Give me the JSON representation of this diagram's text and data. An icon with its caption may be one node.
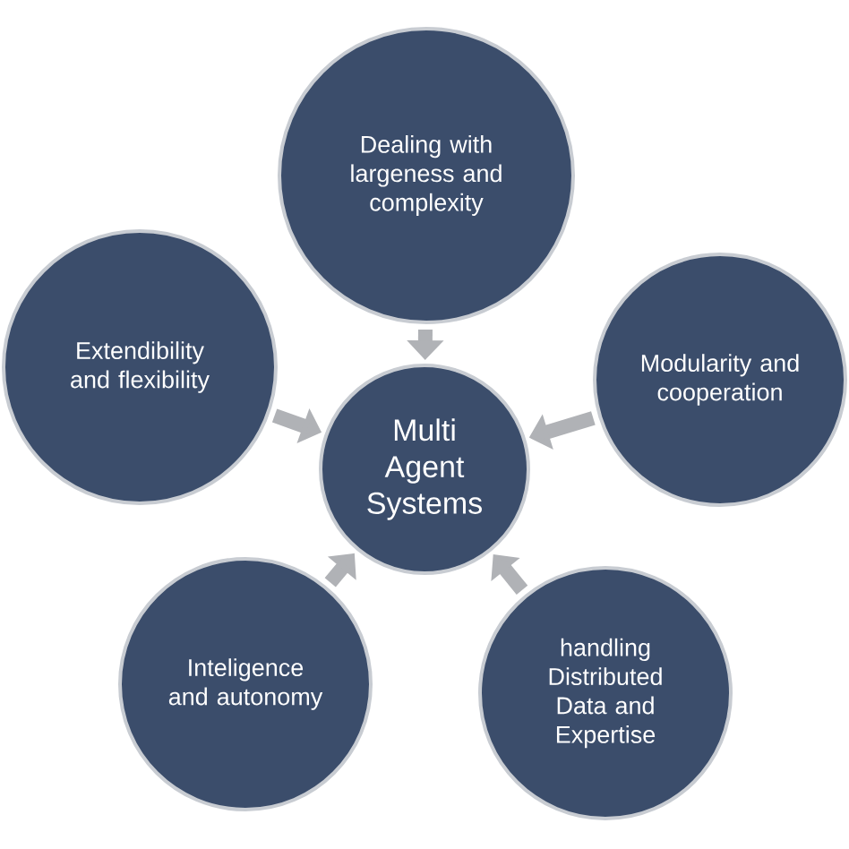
{
  "diagram": {
    "nodes": [
      {
        "text": [
          "Dealing with largeness and complexity"
        ]
      },
      {
        "text": [
          "Extendibility and flexibility"
        ]
      },
      {
        "text": [
          "Multi Agent Systems"
        ]
      },
      {
        "text": [
          "Modularity and cooperation"
        ]
      },
      {
        "text": [
          "Inteligence and autonomy"
        ]
      },
      {
        "text": [
          "handling Distributed Data and Expertise"
        ]
      }
    ],
    "edges": [
      {
        "from": 0,
        "to": 2,
        "arrow": "to"
      },
      {
        "from": 1,
        "to": 2,
        "arrow": "to"
      },
      {
        "from": 3,
        "to": 2,
        "arrow": "to"
      },
      {
        "from": 4,
        "to": 2,
        "arrow": "to"
      },
      {
        "from": 5,
        "to": 2,
        "arrow": "to"
      }
    ]
  }
}
